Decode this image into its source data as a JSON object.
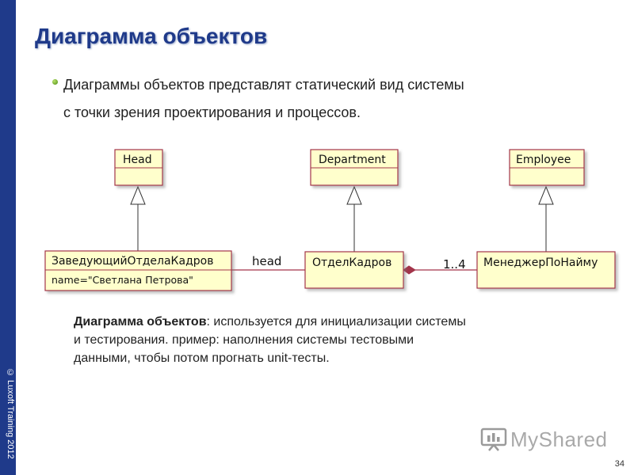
{
  "sidebar": {
    "copyright": "© Luxoft Training 2012",
    "color": "#1f3a8a"
  },
  "slide": {
    "title": "Диаграмма объектов",
    "lead_line1": "Диаграммы объектов представлят статический вид системы",
    "lead_line2": "с точки зрения проектирования и процессов.",
    "desc_bold": "Диаграмма объектов",
    "desc_line1": ": используется для инициализации системы",
    "desc_line2": "и тестирования. пример: наполнения системы тестовыми",
    "desc_line3": "данными, чтобы потом прогнать unit-тесты.",
    "page_number": "34"
  },
  "diagram": {
    "box_fill": "#ffffcc",
    "box_border": "#a3344a",
    "classes": [
      {
        "id": "head",
        "label": "Head"
      },
      {
        "id": "department",
        "label": "Department"
      },
      {
        "id": "employee",
        "label": "Employee"
      }
    ],
    "objects": [
      {
        "id": "zaveduyushchiy",
        "label": "ЗаведующийОтделаКадров",
        "attribute": "name=\"Светлана Петрова\""
      },
      {
        "id": "otdelkadrov",
        "label": "ОтделКадров"
      },
      {
        "id": "menedzher",
        "label": "МенеджерПоНайму"
      }
    ],
    "associations": [
      {
        "label": "head"
      },
      {
        "label": "1..4"
      }
    ]
  },
  "watermark": {
    "text": "MyShared"
  }
}
